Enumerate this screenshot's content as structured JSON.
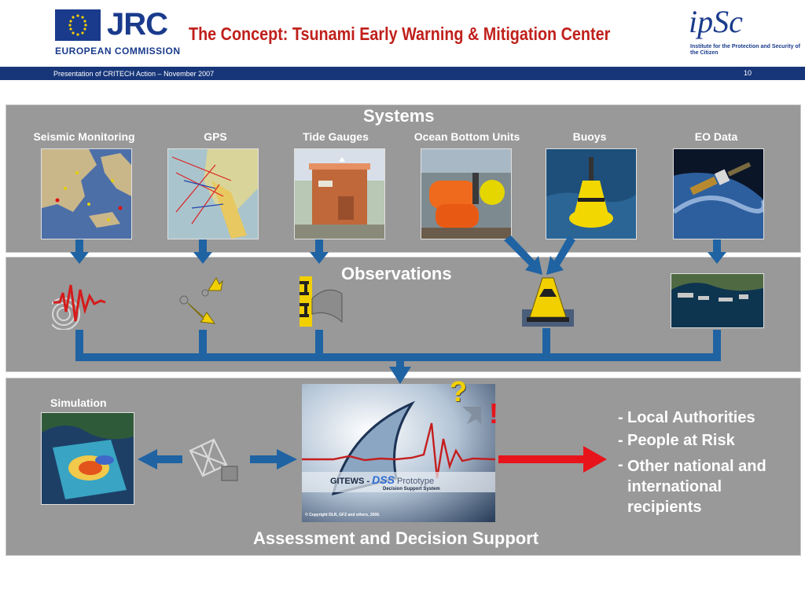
{
  "header": {
    "jrc_logo": "JRC",
    "commission": "EUROPEAN COMMISSION",
    "title": "The Concept: Tsunami Early Warning & Mitigation Center",
    "ipsc_logo": "ipSc",
    "ipsc_subtitle": "Institute for the Protection and Security of the Citizen"
  },
  "bar": {
    "left": "Presentation of CRITECH Action – November 2007",
    "page": "10"
  },
  "systems": {
    "heading": "Systems",
    "items": [
      {
        "label": "Seismic Monitoring",
        "icon": "seismic-map-image"
      },
      {
        "label": "GPS",
        "icon": "gps-map-image"
      },
      {
        "label": "Tide Gauges",
        "icon": "tide-gauge-photo"
      },
      {
        "label": "Ocean Bottom Units",
        "icon": "ocean-bottom-unit-photo"
      },
      {
        "label": "Buoys",
        "icon": "buoy-photo"
      },
      {
        "label": "EO Data",
        "icon": "satellite-image"
      }
    ]
  },
  "observations": {
    "heading": "Observations"
  },
  "assessment": {
    "heading": "Assessment and Decision Support",
    "simulation_label": "Simulation",
    "dss": {
      "brand": "GITEWS - ",
      "product": "DSS",
      "suffix": " Prototype",
      "subtitle": "Decision Support System",
      "copyright": "© Copyright DLR, GFZ and others, 2006.",
      "question": "?",
      "alert": "!"
    },
    "recipients": [
      {
        "bullet": "-",
        "text": "Local Authorities"
      },
      {
        "bullet": "-",
        "text": "People at Risk"
      },
      {
        "bullet": "-",
        "text": "Other national and international recipients"
      }
    ]
  },
  "colors": {
    "title": "#c0201c",
    "brand_blue": "#1a3b8c",
    "bar": "#17367a",
    "panel": "#999999",
    "flow_arrow": "#1f63a3",
    "alert_arrow": "#e8141b"
  }
}
